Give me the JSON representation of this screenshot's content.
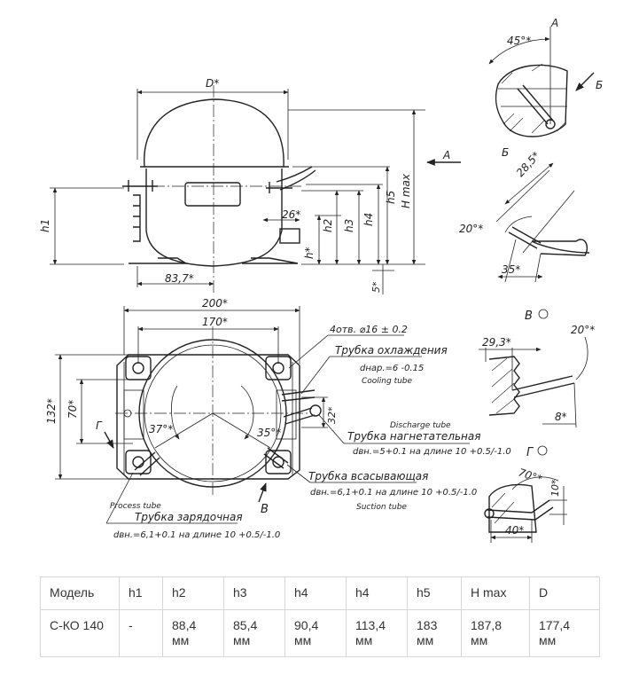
{
  "drawing": {
    "dim_d": "D*",
    "dim_h1": "h1",
    "dim_h2": "h2",
    "dim_h3": "h3",
    "dim_h4": "h4",
    "dim_h5": "h5",
    "dim_hmax": "H max",
    "dim_h_star": "h*",
    "dim_5": "5*",
    "dim_26": "26*",
    "dim_83_7": "83,7*",
    "view_a_arrow": "A",
    "dim_200": "200*",
    "dim_170": "170*",
    "dim_132": "132*",
    "dim_70": "70*",
    "dim_32": "32*",
    "angle_37": "37°*",
    "angle_35": "35°*",
    "label_g": "Г",
    "label_b_arrow": "B",
    "holes_note": "4отв. ⌀16 ± 0.2",
    "cooling_ru": "Трубка охлаждения",
    "cooling_d": "dнар.=6 -0.15",
    "cooling_en": "Cooling tube",
    "discharge_en": "Discharge tube",
    "discharge_ru": "Трубка нагнетательная",
    "discharge_d": "dвн.=5+0.1  на длине 10 +0.5/-1.0",
    "suction_ru": "Трубка всасывающая",
    "suction_d": "dвн.=6,1+0.1  на длине 10 +0.5/-1.0",
    "suction_en": "Suction tube",
    "process_en": "Process tube",
    "process_ru": "Трубка зарядочная",
    "process_d": "dвн.=6,1+0.1  на длине 10 +0.5/-1.0",
    "view_a_title": "A",
    "view_a_angle": "45°*",
    "view_a_b": "Б",
    "view_b_title": "Б",
    "view_b_28": "28,5*",
    "view_b_20": "20°*",
    "view_b_35": "35*",
    "view_v_title": "В",
    "view_v_29": "29,3*",
    "view_v_20": "20°*",
    "view_v_8": "8*",
    "view_g_title": "Г",
    "view_g_70": "70°*",
    "view_g_10": "10*",
    "view_g_40": "40*"
  },
  "table": {
    "headers": [
      "Модель",
      "h1",
      "h2",
      "h3",
      "h4",
      "h4",
      "h5",
      "H max",
      "D"
    ],
    "row": [
      "С-КО 140",
      "-",
      "88,4 мм",
      "85,4 мм",
      "90,4 мм",
      "113,4 мм",
      "183 мм",
      "187,8 мм",
      "177,4 мм"
    ]
  }
}
